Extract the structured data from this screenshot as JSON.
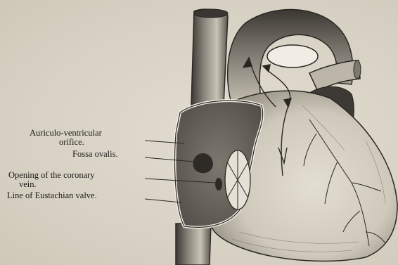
{
  "figure": {
    "labels": {
      "auriculo_line1": "Auriculo-ventricular",
      "auriculo_line2": "orifice.",
      "fossa": "Fossa ovalis.",
      "coronary_line1": "Opening of the coronary",
      "coronary_line2": "vein.",
      "eustachian": "Line of Eustachian valve."
    }
  },
  "colors": {
    "paper": "#d8d2c4",
    "ink": "#1c1a16",
    "chamber": "#6f6a61"
  }
}
